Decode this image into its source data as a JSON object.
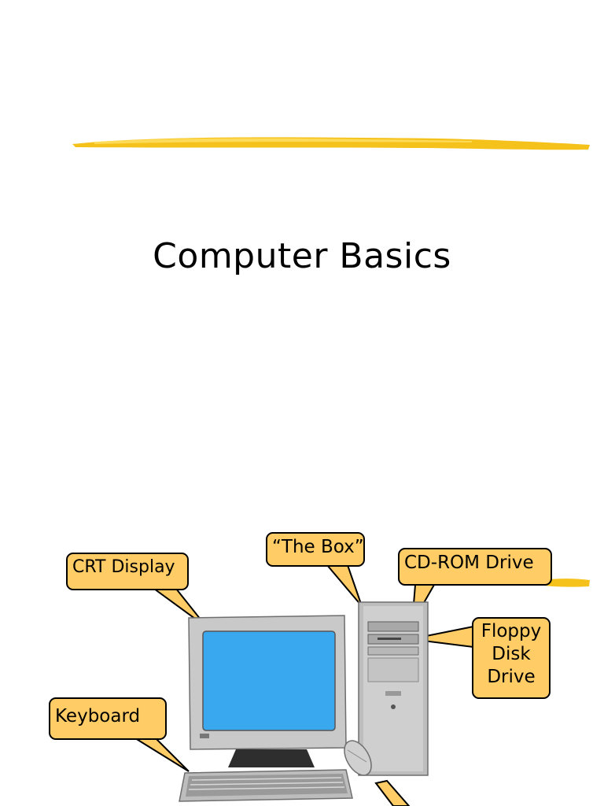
{
  "slide": {
    "title": "Computer Basics",
    "accent_color": "#f5c21b",
    "callout_color": "#ffcc66",
    "screen_color": "#3aa8ef"
  },
  "callouts": {
    "crt_display": "CRT Display",
    "the_box": "“The Box”",
    "cd_rom_drive": "CD-ROM Drive",
    "floppy_line1": "Floppy",
    "floppy_line2": "Disk",
    "floppy_line3": "Drive",
    "keyboard": "Keyboard"
  }
}
